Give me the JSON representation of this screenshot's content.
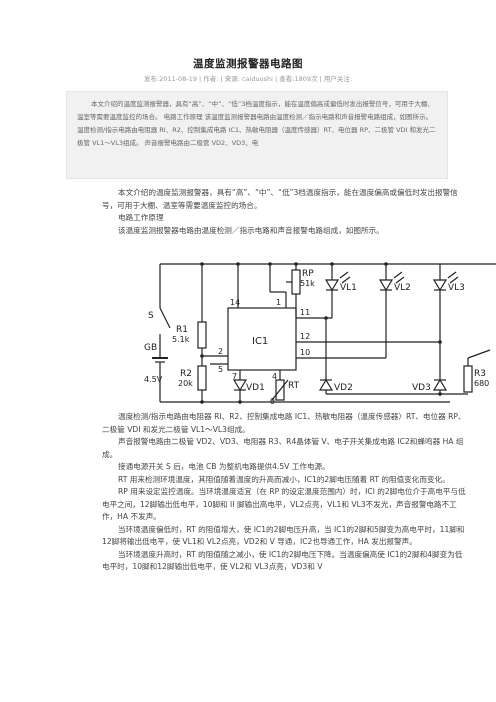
{
  "article": {
    "title": "温度监测报警器电路图",
    "meta": "发布:2011-08-19 | 作者: | 来源: caiduoshi | 查看:1809次 | 用户关注:",
    "summary": [
      "本文介绍的温度监测报警器，具有“高”、“中”、“低”3档温度指示，能在温度偏高或偏低时发出报警信号，可用于大棚、温室等需要温度监控的场合。    电路工作原理    该温度监测报警器电路由温度检测／指示电路和声音报警电路组成，如图所示。    温度检测/指示电路由电阻器 RI、R2、控制集成电路 IC1、热敏电阻器（温度传感器）RT、电位器 RP、二极管 VDI 和发光二极管 VL1～VL3组成。    声音报警电路由二极管 VD2、VD3、电"
    ],
    "intro_paragraphs": [
      "本文介绍的温度监测报警器，具有“高”、“中”、“低”3档温度指示，能在温度偏高或偏低时发出报警信号，可用于大棚、温室等需要温度监控的场合。",
      "电路工作原理",
      "该温度监测报警器电路由温度检测／指示电路和声音报警电路组成，如图所示。"
    ],
    "body_paragraphs": [
      "温度检测/指示电路由电阻器 RI、R2、控制集成电路 IC1、热敏电阻器（温度传感器）RT、电位器 RP、二极管 VDI 和发光二极管 VL1～VL3组成。",
      "声音报警电路由二极管 VD2、VD3、电阻器 R3、R4晶体管 V、电子开关集成电路 IC2和蜂鸣器 HA 组成。",
      "接通电源开关 S 后，电池 CB 为整机电路提供4.5V 工作电源。",
      "RT 用来检测环境温度，其阻值随着温度的升高而减小，IC1的2脚电压随着 RT 的阻值变化而变化。",
      "RP 用来设定监控温度。当环境温度适宜（在 RP 的设定温度范围内）时，ICl 的2脚电位介于高电平与低电平之间，12脚输出低电平，10脚和 II 脚输出高电平，VL2点亮，VL1和 VL3不发光，声音报警电路不工作，HA 不发声。",
      "当环境温度偏低时，RT 的阻值增大，使 IC1的2脚电压升高，当 IC1的2脚和5脚变为高电平时，11脚和12脚将输出低电平，使 VL1和 VL2点亮，VD2和 V 导通，IC2也导通工作，HA 发出报警声。",
      "当环境温度升高时，RT 的阻值随之减小，使 IC1的2脚电压下降。当温度偏高使 IC1的2脚和4脚变为低电平时，10脚和12脚输出低电平，使 VL2和 VL3点亮，VD3和 V"
    ]
  },
  "circuit": {
    "labels": {
      "switch": "S",
      "battery": "GB",
      "battery_voltage": "4.5V",
      "r1": "R1",
      "r1_value": "5.1k",
      "r2": "R2",
      "r2_value": "20k",
      "vd1": "VD1",
      "rp": "RP",
      "rp_value": "51k",
      "ic1": "IC1",
      "rt": "RT",
      "theta": "θ",
      "vl1": "VL1",
      "vl2": "VL2",
      "vl3": "VL3",
      "vd2": "VD2",
      "vd3": "VD3",
      "r3": "R3",
      "r3_value": "680",
      "pin14": "14",
      "pin1": "1",
      "pin11": "11",
      "pin12": "12",
      "pin10": "10",
      "pin2": "2",
      "pin5": "5",
      "pin7": "7",
      "pin4": "4"
    }
  }
}
